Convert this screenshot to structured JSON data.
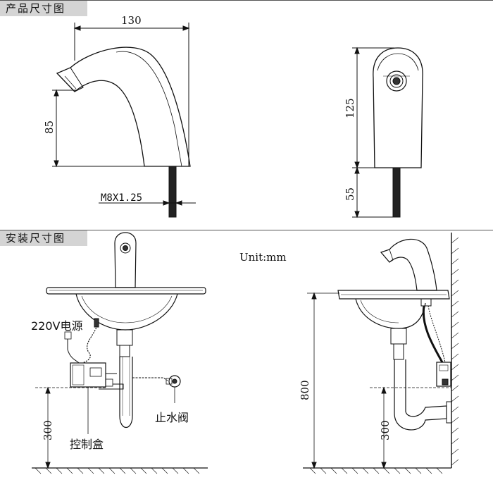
{
  "sections": {
    "product_dimensions": "产品尺寸图",
    "installation_dimensions": "安装尺寸图"
  },
  "dimensions": {
    "width": "130",
    "spout_height": "85",
    "body_height": "125",
    "shank_length": "55",
    "thread": "M8X1.25",
    "install_height": "800",
    "control_box_height_left": "300",
    "control_box_height_right": "300"
  },
  "labels": {
    "unit": "Unit:mm",
    "power": "220V电源",
    "control_box": "控制盒",
    "stop_valve": "止水阀"
  }
}
